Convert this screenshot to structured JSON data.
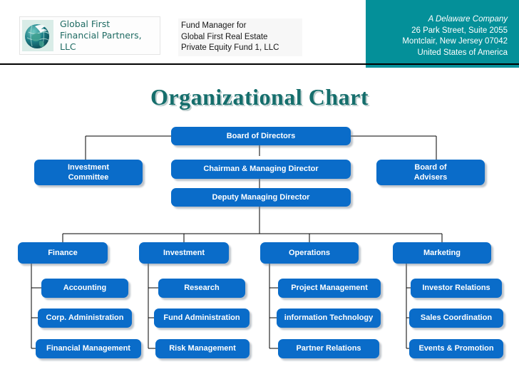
{
  "header": {
    "logo": {
      "icon": "globe-dove-logo",
      "line1": "Global First",
      "line2": "Financial Partners, LLC"
    },
    "fund_manager": {
      "line1": "Fund Manager for",
      "line2": "Global First Real Estate",
      "line3": "Private Equity Fund 1, LLC"
    },
    "address": {
      "line1": "A Delaware Company",
      "line2": "26 Park Street, Suite 2055",
      "line3": "Montclair, New Jersey 07042",
      "line4": "United States of America"
    }
  },
  "title": "Organizational Chart",
  "colors": {
    "node_blue": "#0A6CC9",
    "teal": "#049099",
    "title_teal": "#156E6C",
    "line": "#000000",
    "node_text": "#FFFFFF"
  },
  "chart_data": {
    "type": "diagram",
    "title": "Organizational Chart",
    "nodes": {
      "board_of_directors": "Board of Directors",
      "investment_committee": "Investment\nCommittee",
      "investment_committee_l1": "Investment",
      "investment_committee_l2": "Committee",
      "board_of_advisers_l1": "Board of",
      "board_of_advisers_l2": "Advisers",
      "chairman": "Chairman & Managing Director",
      "deputy": "Deputy Managing Director"
    },
    "departments": [
      {
        "name": "Finance",
        "children": [
          "Accounting",
          "Corp. Administration",
          "Financial Management"
        ]
      },
      {
        "name": "Investment",
        "children": [
          "Research",
          "Fund Administration",
          "Risk Management"
        ]
      },
      {
        "name": "Operations",
        "children": [
          "Project Management",
          "information Technology",
          "Partner Relations"
        ]
      },
      {
        "name": "Marketing",
        "children": [
          "Investor Relations",
          "Sales Coordination",
          "Events & Promotion"
        ]
      }
    ],
    "edges": [
      [
        "Board of Directors",
        "Investment Committee"
      ],
      [
        "Board of Directors",
        "Board of Advisers"
      ],
      [
        "Board of Directors",
        "Chairman & Managing Director"
      ],
      [
        "Chairman & Managing Director",
        "Deputy Managing Director"
      ],
      [
        "Deputy Managing Director",
        "Finance"
      ],
      [
        "Deputy Managing Director",
        "Investment"
      ],
      [
        "Deputy Managing Director",
        "Operations"
      ],
      [
        "Deputy Managing Director",
        "Marketing"
      ]
    ]
  }
}
